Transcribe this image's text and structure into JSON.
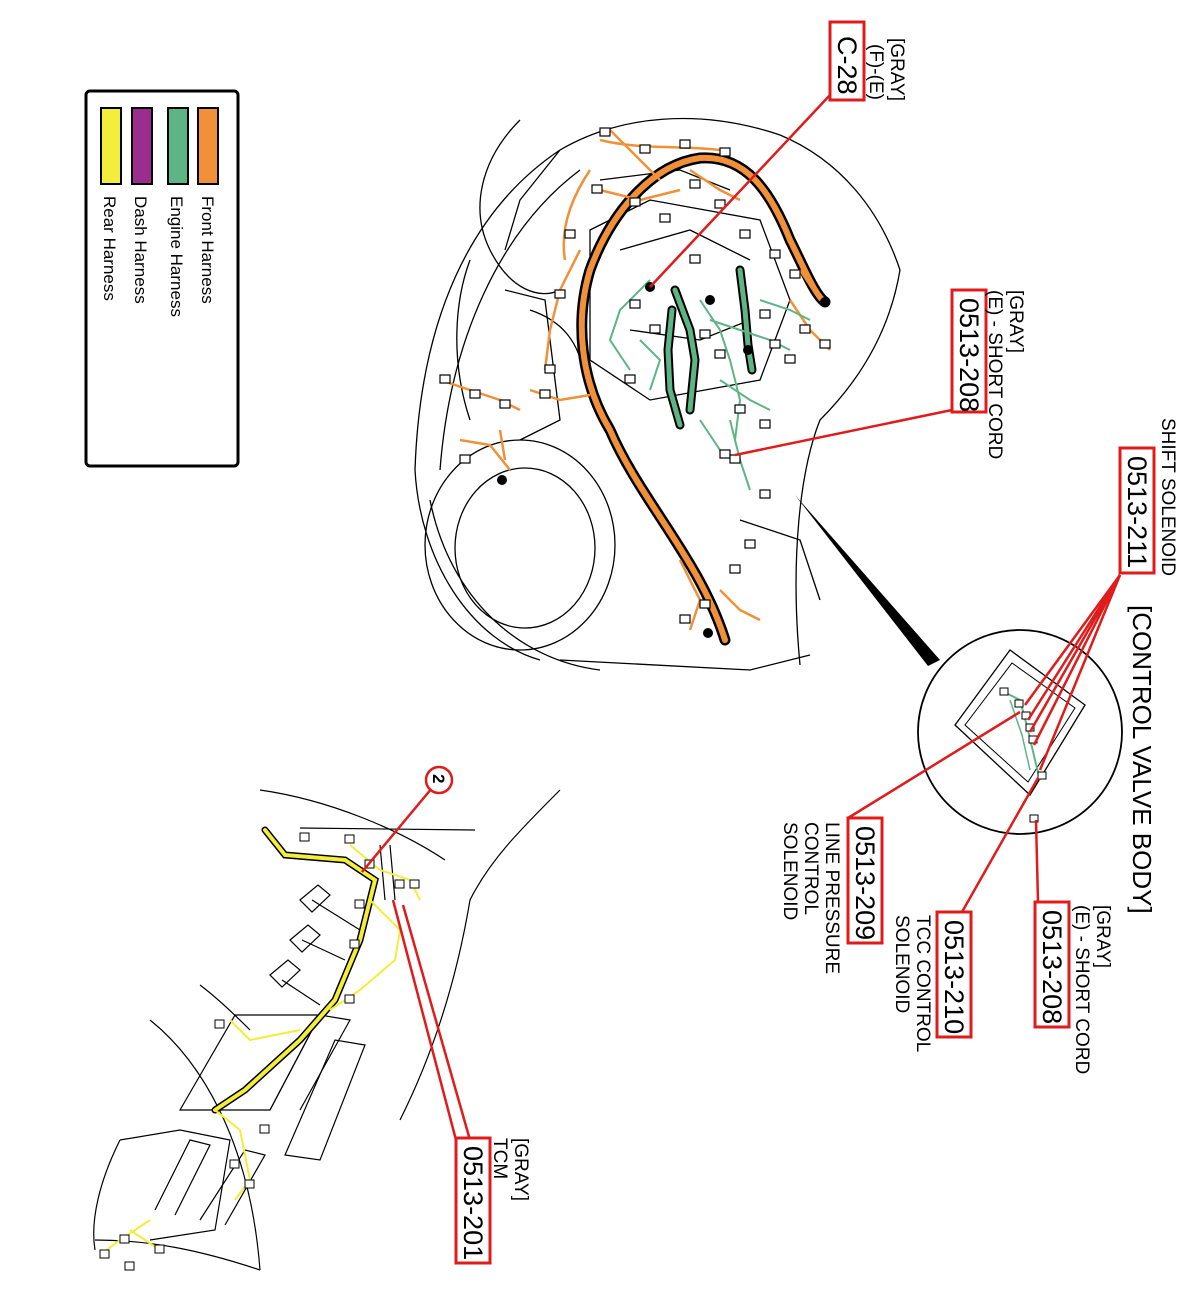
{
  "legend": {
    "items": [
      {
        "label": "Front Harness",
        "color": "#f0913a"
      },
      {
        "label": "Engine Harness",
        "color": "#5db585"
      },
      {
        "label": "Dash Harness",
        "color": "#9a2d8e"
      },
      {
        "label": "Rear Harness",
        "color": "#f2ee3a"
      }
    ]
  },
  "colors": {
    "callout": "#e01b1b",
    "line": "#000000",
    "front": "#f0913a",
    "engine": "#5db585",
    "rear": "#f2ee3a"
  },
  "callouts": {
    "c28": {
      "lines": [
        "[GRAY]",
        "(F)-(E)"
      ],
      "code": "C-28"
    },
    "sc208_top": {
      "lines": [
        "[GRAY]",
        "(E) - SHORT CORD"
      ],
      "code": "0513-208"
    },
    "shift": {
      "lines": [
        "SHIFT SOLENOID"
      ],
      "code": "0513-211"
    },
    "valve_title": "[CONTROL VALVE BODY]",
    "line_pressure": {
      "lines": [
        "LINE PRESSURE",
        "CONTROL",
        "SOLENOID"
      ],
      "code": "0513-209"
    },
    "tcc": {
      "lines": [
        "TCC CONTROL",
        "SOLENOID"
      ],
      "code": "0513-210"
    },
    "sc208_bottom": {
      "lines": [
        "[GRAY]",
        "(E) - SHORT CORD"
      ],
      "code": "0513-208"
    },
    "tcm": {
      "lines": [
        "[GRAY]",
        "TCM"
      ],
      "code": "0513-201"
    },
    "marker": "2"
  }
}
